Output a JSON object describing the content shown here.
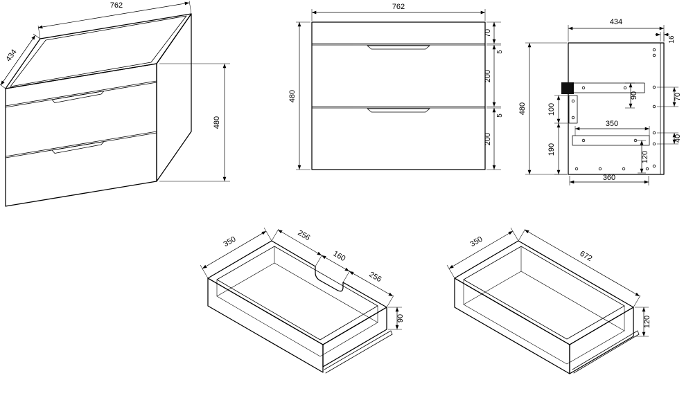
{
  "drawing": {
    "background": "#ffffff",
    "line_color": "#000000",
    "views": {
      "iso_cabinet": {
        "dims": {
          "width": "762",
          "depth": "434",
          "height": "480"
        }
      },
      "front": {
        "dims": {
          "width": "762",
          "height": "480",
          "top_rail": "70",
          "gap_top": "5",
          "drawer1": "200",
          "gap_mid": "5",
          "drawer2": "200"
        }
      },
      "side": {
        "dims": {
          "depth": "434",
          "back_inset": "16",
          "holes_upper": "70",
          "slide_upper": "90",
          "bracket_upper": "100",
          "height": "480",
          "bracket_lower": "190",
          "slide_length": "350",
          "holes_lower": "120",
          "holes_offset": "40",
          "bottom_row": "360"
        }
      },
      "drawer_cutout": {
        "dims": {
          "depth": "350",
          "back_left": "256",
          "cutout": "160",
          "back_right": "256",
          "height": "90"
        }
      },
      "drawer_plain": {
        "dims": {
          "depth": "350",
          "width": "672",
          "height": "120"
        }
      }
    }
  }
}
